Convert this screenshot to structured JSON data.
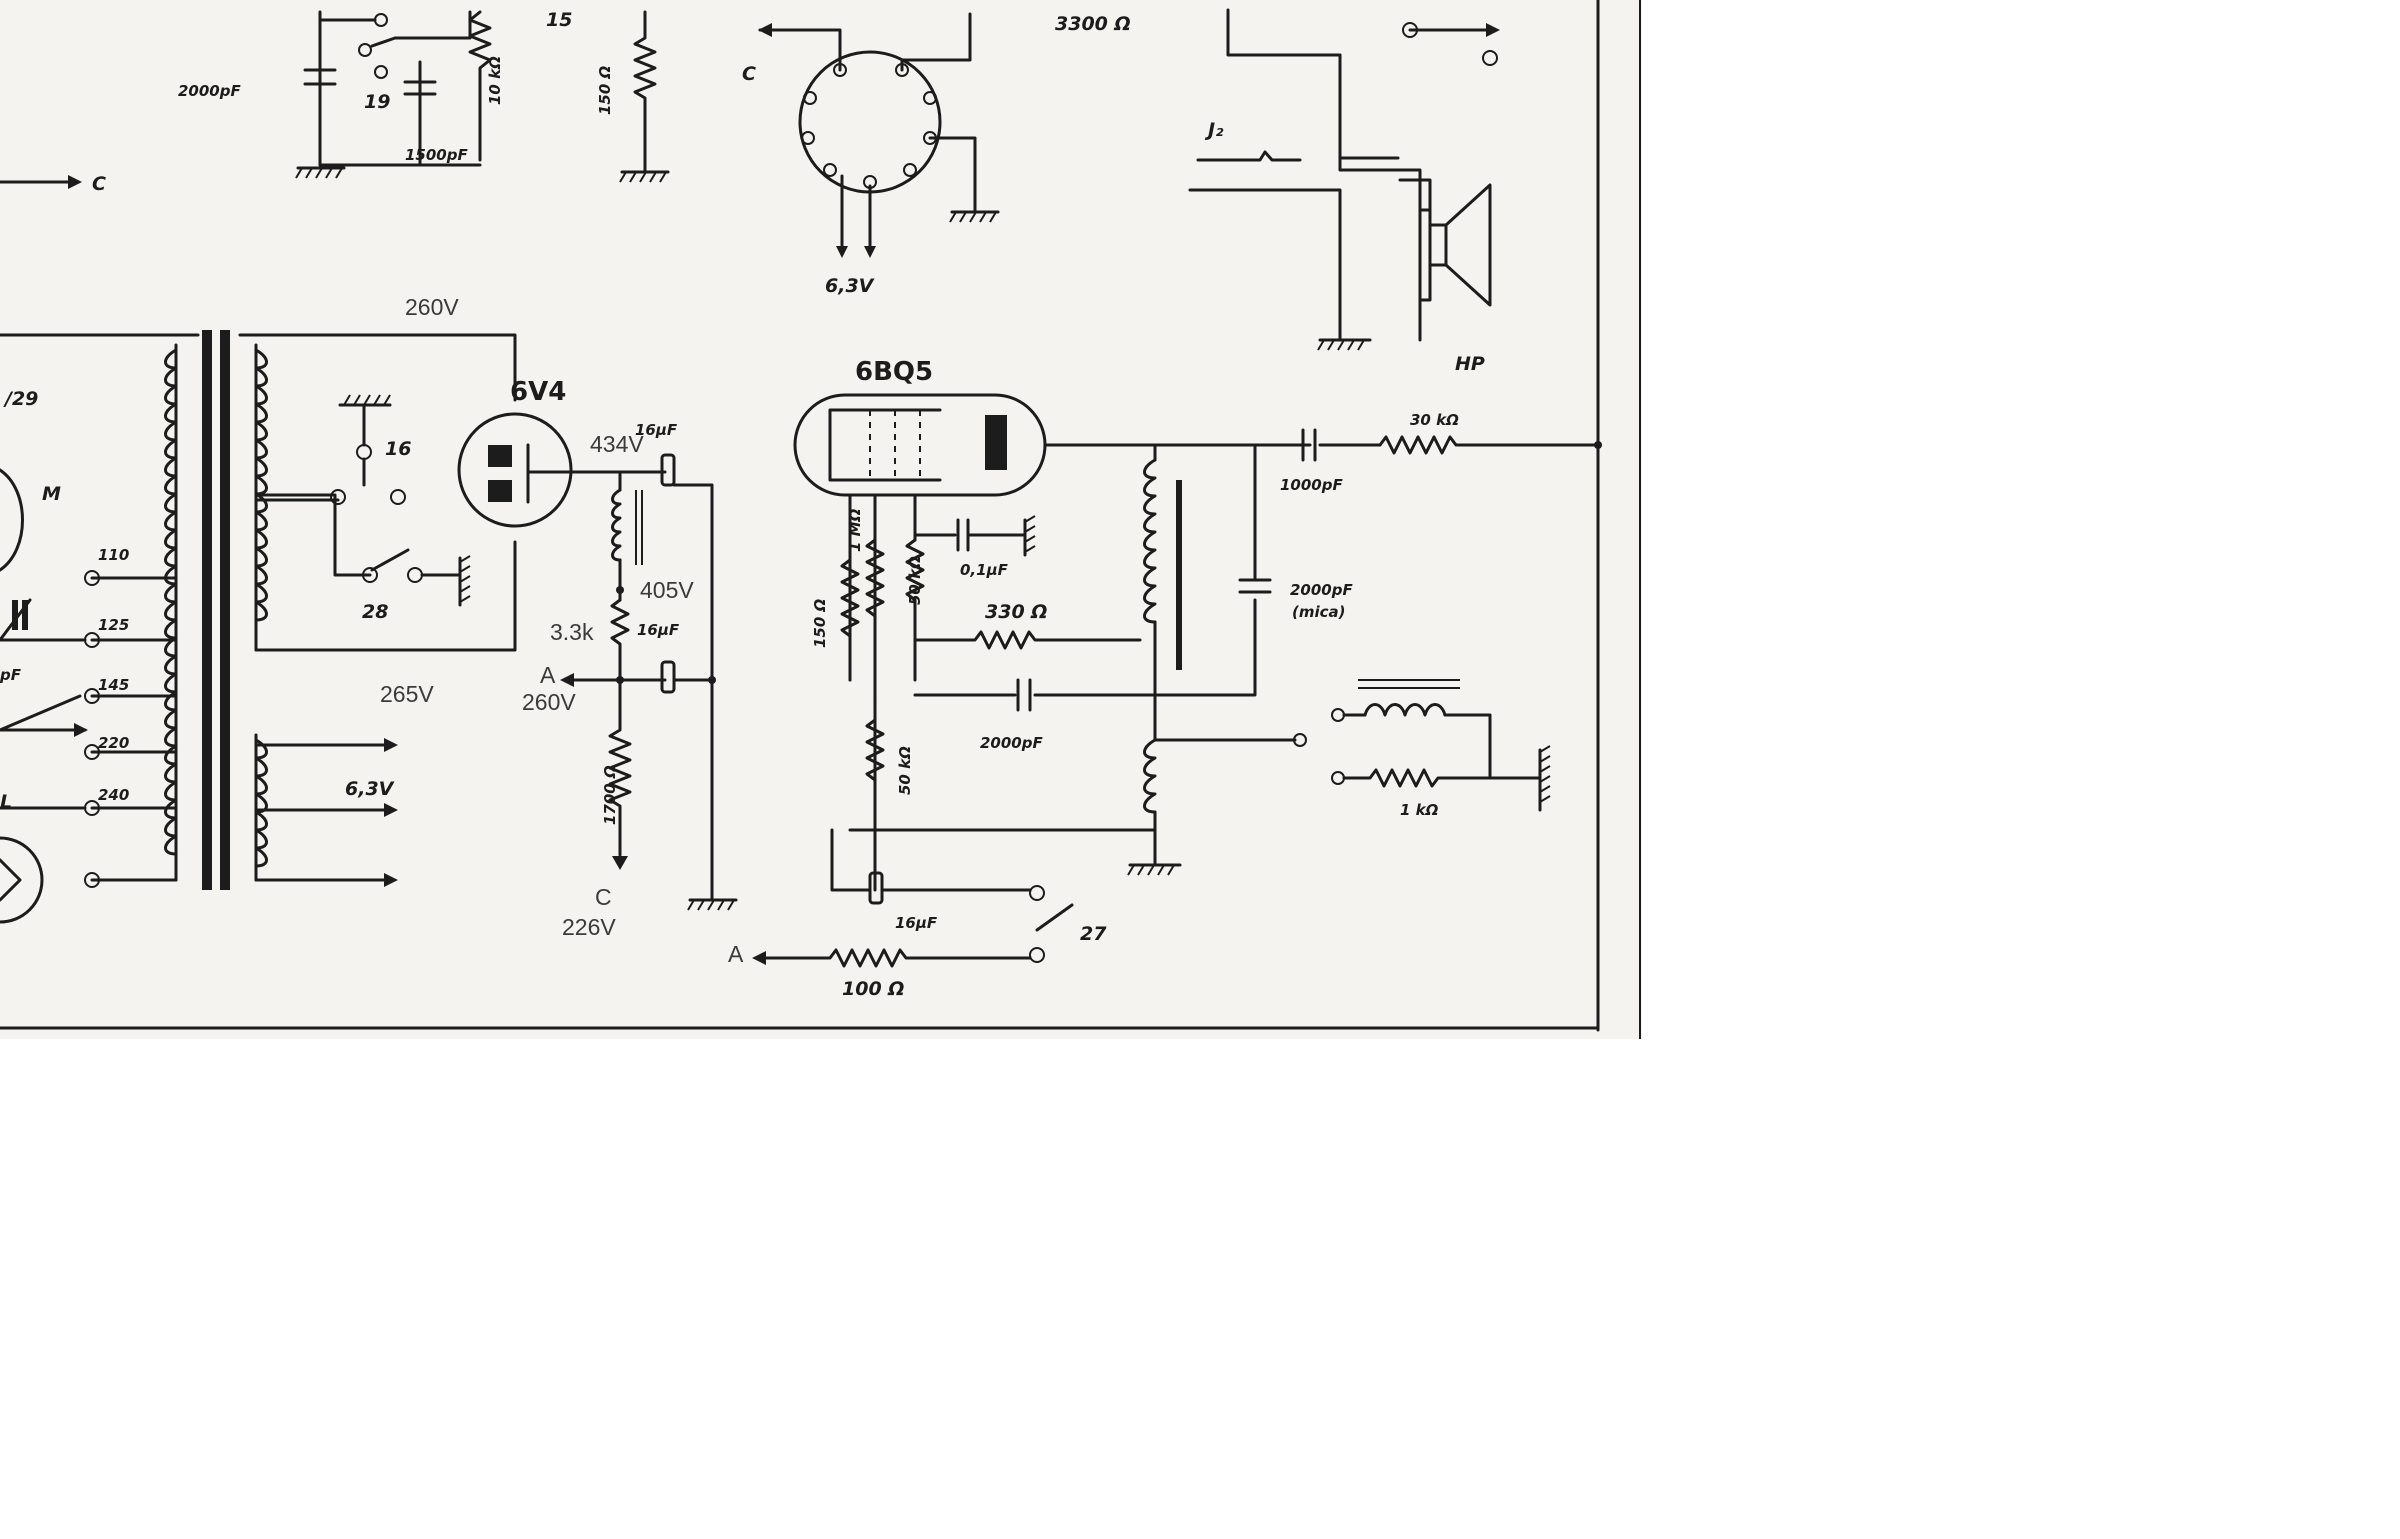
{
  "labels": {
    "top_2000pf": "2000pF",
    "sw19": "19",
    "r10k": "10 kΩ",
    "c1500pf": "1500pF",
    "n15": "15",
    "r150": "150 Ω",
    "conn_c_top": "C",
    "v63_top": "6,3V",
    "r3300": "3300 Ω",
    "jack": "J₂",
    "hp": "HP",
    "arrow_c_left": "C",
    "v260_top": "260V",
    "tap29": "/29",
    "m_label": "M",
    "tap110": "110",
    "tap125": "125",
    "tap145": "145",
    "tap220": "220",
    "tap240": "240",
    "l_label": "L",
    "pf_left": "pF",
    "v265": "265V",
    "v63_mid": "6,3V",
    "rect_tube": "6V4",
    "sw16": "16",
    "sw28": "28",
    "v434": "434V",
    "c16uf_a": "16µF",
    "v405": "405V",
    "r33k": "3.3k",
    "a_mid": "A",
    "v260_mid": "260V",
    "c16uf_b": "16µF",
    "r1700": "1700 Ω",
    "c_bottom": "C",
    "v226": "226V",
    "out_tube": "6BQ5",
    "r150k": "150 Ω",
    "r1meg": "1 MΩ",
    "r50k": "50 kΩ",
    "c01uf": "0,1µF",
    "r330": "330 Ω",
    "c2000pf_mid": "2000pF",
    "r50k_b": "50 kΩ",
    "c16uf_c": "16µF",
    "sw27": "27",
    "a_bottom": "A",
    "r100": "100 Ω",
    "c1000pf": "1000pF",
    "r30k": "30 kΩ",
    "c2000pf_r": "2000pF",
    "c2000pf_r2": "(mica)",
    "r1k": "1 kΩ"
  }
}
